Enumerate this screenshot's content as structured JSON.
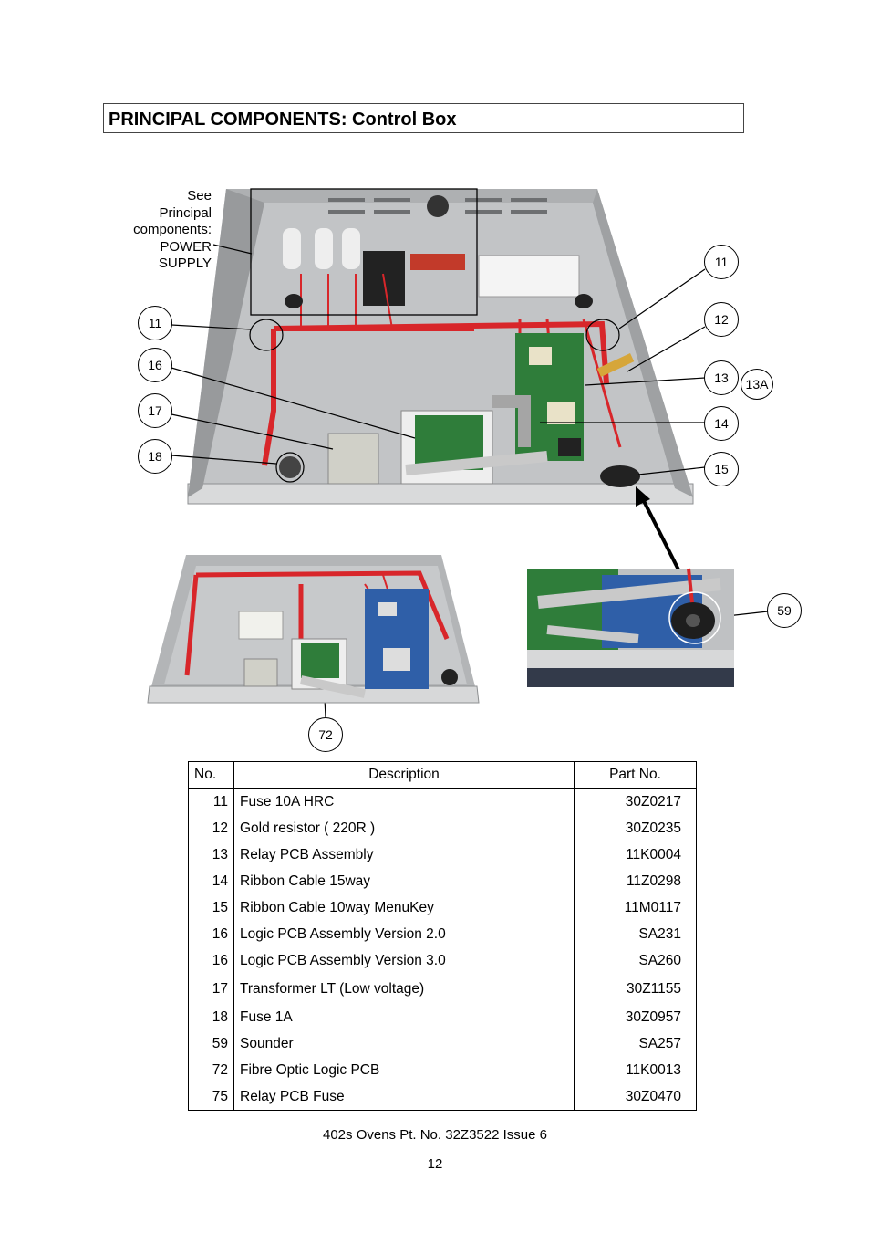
{
  "page_title": "PRINCIPAL COMPONENTS: Control Box",
  "callout_note": [
    "See",
    "Principal",
    "components:",
    "POWER",
    "SUPPLY"
  ],
  "callouts": {
    "c11_left": "11",
    "c11_right": "11",
    "c12": "12",
    "c13": "13",
    "c13a": "13A",
    "c14": "14",
    "c15": "15",
    "c16": "16",
    "c17": "17",
    "c18": "18",
    "c59": "59",
    "c72": "72"
  },
  "table": {
    "headers": {
      "no": "No.",
      "description": "Description",
      "part_no": "Part No."
    },
    "rows": [
      {
        "no": "11",
        "description": "Fuse 10A HRC",
        "part_no": "30Z0217"
      },
      {
        "no": "12",
        "description": "Gold resistor ( 220R )",
        "part_no": "30Z0235"
      },
      {
        "no": "13",
        "description": "Relay PCB Assembly",
        "part_no": "11K0004"
      },
      {
        "no": "14",
        "description": "Ribbon Cable 15way",
        "part_no": "11Z0298"
      },
      {
        "no": "15",
        "description": "Ribbon Cable 10way MenuKey",
        "part_no": "11M0117"
      },
      {
        "no": "16",
        "description": "Logic PCB Assembly Version 2.0",
        "part_no": "SA231"
      },
      {
        "no": "16",
        "description": "Logic PCB Assembly Version 3.0",
        "part_no": "SA260"
      },
      {
        "no": "17",
        "description": "Transformer LT (Low voltage)",
        "part_no": "30Z1155"
      },
      {
        "no": "18",
        "description": "Fuse 1A",
        "part_no": "30Z0957"
      },
      {
        "no": "59",
        "description": "Sounder",
        "part_no": "SA257"
      },
      {
        "no": "72",
        "description": "Fibre Optic Logic PCB",
        "part_no": "11K0013"
      },
      {
        "no": "75",
        "description": "Relay PCB Fuse",
        "part_no": "30Z0470"
      }
    ]
  },
  "footer": {
    "document_ref": "402s Ovens Pt. No. 32Z3522  Issue 6",
    "page_number": "12"
  },
  "colors": {
    "wire_red": "#d8262a",
    "pcb_green": "#2f7d3a",
    "pcb_blue": "#2f5fa8",
    "metal_grey": "#b9bbbd",
    "ribbon_grey": "#c9c9c9"
  }
}
